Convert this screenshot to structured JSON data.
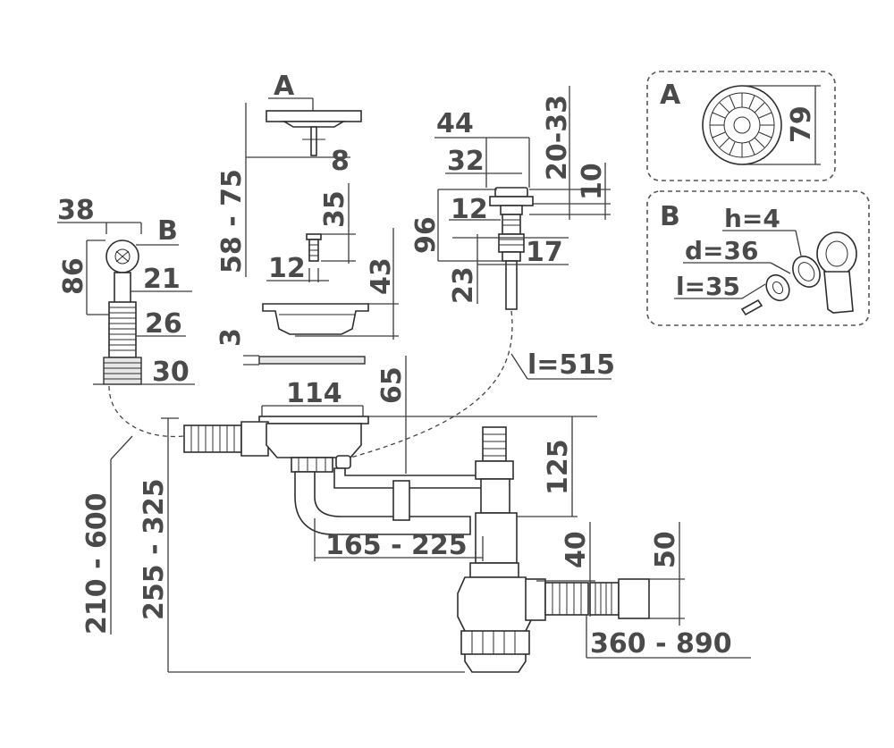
{
  "labels": {
    "a_top": "A",
    "b_side": "B",
    "d_38": "38",
    "d_86": "86",
    "d_21": "21",
    "d_26": "26",
    "d_30": "30",
    "d_58_75": "58 - 75",
    "d_8": "8",
    "d_35": "35",
    "d_12_mid": "12",
    "d_43": "43",
    "d_3": "3",
    "d_65": "65",
    "d_114": "114",
    "d_44": "44",
    "d_20_33": "20-33",
    "d_32": "32",
    "d_10": "10",
    "d_96": "96",
    "d_12_right": "12",
    "d_17": "17",
    "d_23": "23",
    "d_l515": "l=515",
    "d_125": "125",
    "d_40": "40",
    "d_50": "50",
    "d_165_225": "165 - 225",
    "d_210_600": "210 - 600",
    "d_255_325": "255 - 325",
    "d_360_890": "360 - 890"
  },
  "panel_a": {
    "title": "A",
    "d_79": "79"
  },
  "panel_b": {
    "title": "B",
    "h": "h=4",
    "d": "d=36",
    "l": "l=35"
  }
}
